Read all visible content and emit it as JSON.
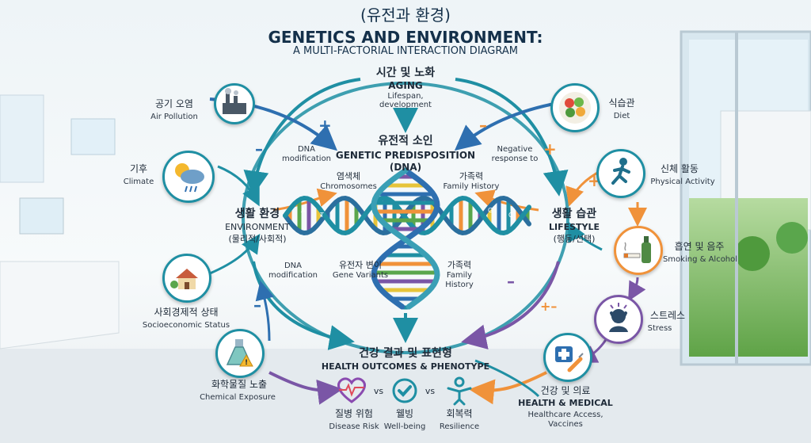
{
  "title": {
    "korean": "(유전과 환경)",
    "main": "GENETICS AND ENVIRONMENT:",
    "sub": "A MULTI-FACTORIAL INTERACTION DIAGRAM"
  },
  "center": {
    "ko": "유전적 소인",
    "en1": "GENETIC PREDISPOSITION",
    "en2": "(DNA)",
    "chromosomes_ko": "염색체",
    "chromosomes_en": "Chromosomes",
    "family_top_ko": "가족력",
    "family_top_en": "Family History",
    "variants_ko": "유전자 변이",
    "variants_en": "Gene Variants",
    "family_bottom_ko": "가족력",
    "family_bottom_en1": "Family",
    "family_bottom_en2": "History",
    "dna_letters": [
      "A",
      "T",
      "G",
      "C"
    ]
  },
  "aging": {
    "ko": "시간 및 노화",
    "en": "AGING",
    "desc1": "Lifespan,",
    "desc2": "development"
  },
  "environment": {
    "ko": "생활 환경",
    "en": "ENVIRONMENT",
    "sub": "(물리적/사회적)"
  },
  "lifestyle": {
    "ko": "생활 습관",
    "en": "LIFESTYLE",
    "sub": "(행동/선택)"
  },
  "outcomes": {
    "ko": "건강 결과 및 표현형",
    "en": "HEALTH OUTCOMES & PHENOTYPE"
  },
  "notes": {
    "dna_mod_top1": "DNA",
    "dna_mod_top2": "modification",
    "dna_mod_bottom1": "DNA",
    "dna_mod_bottom2": "modification",
    "negative1": "Negative",
    "negative2": "response to"
  },
  "left_nodes": {
    "air": {
      "ko": "공기 오염",
      "en": "Air Pollution"
    },
    "climate": {
      "ko": "기후",
      "en": "Climate"
    },
    "ses": {
      "ko": "사회경제적 상태",
      "en": "Socioeconomic Status"
    },
    "chemical": {
      "ko": "화학물질 노출",
      "en": "Chemical Exposure"
    }
  },
  "right_nodes": {
    "diet": {
      "ko": "식습관",
      "en": "Diet"
    },
    "activity": {
      "ko": "신체 활동",
      "en": "Physical Activity"
    },
    "smoking": {
      "ko": "흡연 및 음주",
      "en": "Smoking & Alcohol"
    },
    "stress": {
      "ko": "스트레스",
      "en": "Stress"
    },
    "medical": {
      "ko": "건강 및 의료",
      "en": "HEALTH & MEDICAL",
      "desc1": "Healthcare Access,",
      "desc2": "Vaccines"
    }
  },
  "bottom": {
    "disease": {
      "ko": "질병 위험",
      "en": "Disease Risk"
    },
    "wellbeing": {
      "ko": "웰빙",
      "en": "Well-being"
    },
    "resilience": {
      "ko": "회복력",
      "en": "Resilience"
    },
    "vs": "vs"
  },
  "signs": {
    "plus": "+",
    "minus": "–",
    "plus_minus": "+–"
  },
  "colors": {
    "teal": "#1f8fa3",
    "blue": "#2e6fb0",
    "orange": "#f0923a",
    "purple": "#7a56a6",
    "green": "#5aa64c",
    "yellow": "#e6c43a"
  }
}
